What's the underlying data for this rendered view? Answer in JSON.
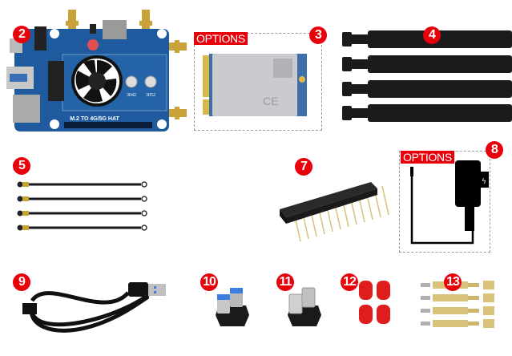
{
  "title": "M.2 TO 4G/5G HAT package contents",
  "accent_color": "#e8000b",
  "items": [
    {
      "number": "2",
      "name": "M.2 TO 4G/5G HAT board",
      "board_label": "M.2 TO 4G/5G HAT",
      "slot_labels": [
        "3042",
        "3052"
      ]
    },
    {
      "number": "3",
      "name": "4G/5G M.2 module",
      "option_label": "OPTIONS"
    },
    {
      "number": "4",
      "name": "Antenna x4"
    },
    {
      "number": "5",
      "name": "IPEX cable x4"
    },
    {
      "number": "7",
      "name": "2x20 pin header"
    },
    {
      "number": "8",
      "name": "Power adapter",
      "option_label": "OPTIONS"
    },
    {
      "number": "9",
      "name": "USB 3.0 cable"
    },
    {
      "number": "10",
      "name": "USB 3.0 U-shape adapter (blue)"
    },
    {
      "number": "11",
      "name": "USB U-shape adapter (silver)"
    },
    {
      "number": "12",
      "name": "Antenna caps x4"
    },
    {
      "number": "13",
      "name": "Screws and copper standoffs x4"
    }
  ]
}
